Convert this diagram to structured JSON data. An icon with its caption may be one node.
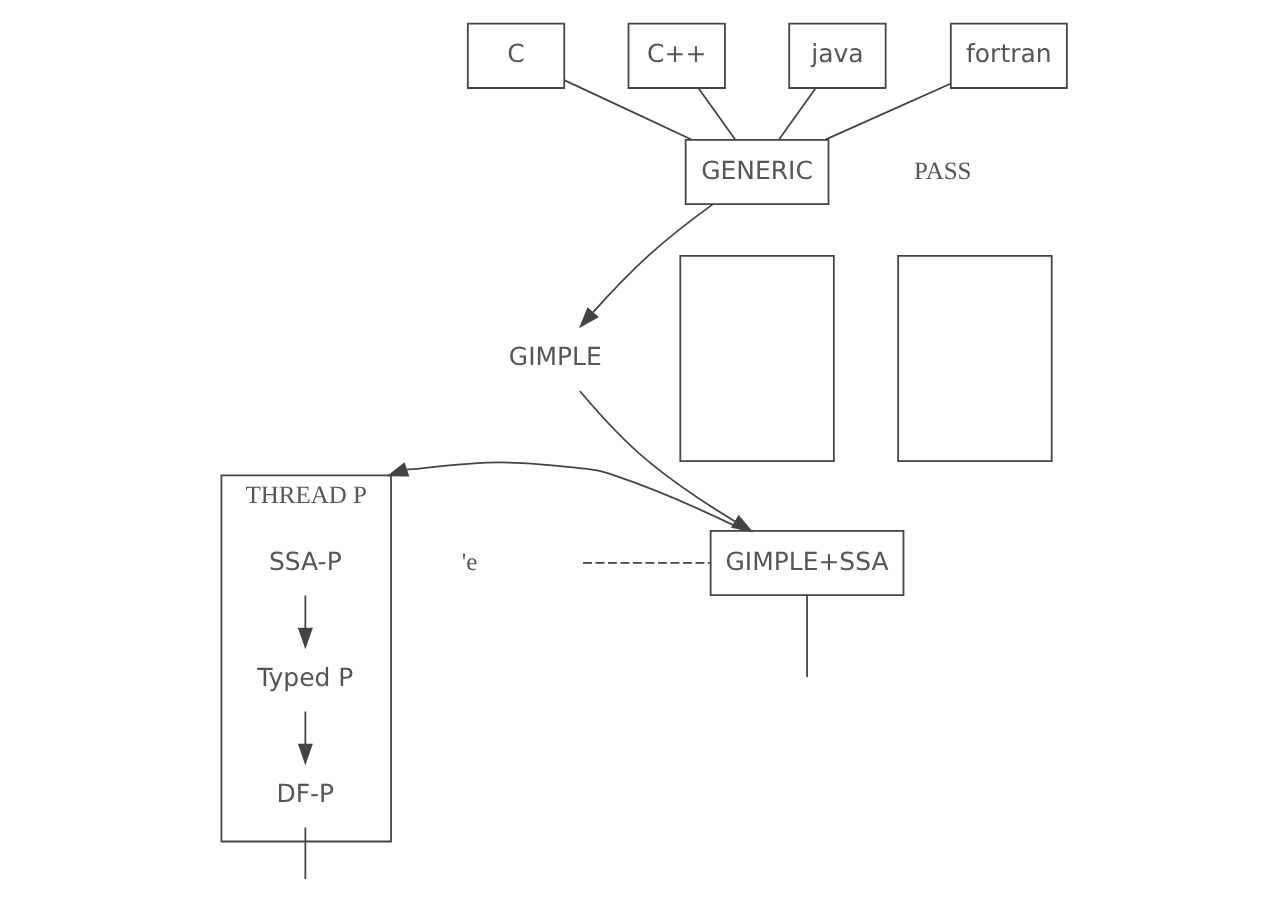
{
  "diagram": {
    "nodes": [
      {
        "text": [
          "C"
        ]
      },
      {
        "text": [
          "C++"
        ]
      },
      {
        "text": [
          "java"
        ]
      },
      {
        "text": [
          "fortran"
        ]
      },
      {
        "text": [
          "GENERIC"
        ]
      },
      {
        "text": [
          "GIMPLE"
        ]
      },
      {
        "text": [
          "GIMPLE+SSA"
        ]
      },
      {
        "text": [],
        "shape": "box"
      },
      {
        "text": [],
        "shape": "box"
      },
      {
        "text": [
          "THREAD P"
        ]
      },
      {
        "text": [
          "SSA-P"
        ],
        "in": 9
      },
      {
        "text": [
          "Typed P"
        ],
        "in": 9
      },
      {
        "text": [
          "DF-P"
        ],
        "in": 9
      }
    ],
    "edges": [
      {
        "from": 0,
        "to": 4,
        "arrow": "none"
      },
      {
        "from": 1,
        "to": 4,
        "arrow": "none"
      },
      {
        "from": 2,
        "to": 4,
        "arrow": "none"
      },
      {
        "from": 3,
        "to": 4,
        "arrow": "none"
      },
      {
        "from": 4,
        "to": 5,
        "arrow": "to"
      },
      {
        "from": 5,
        "to": 6,
        "arrow": "to"
      },
      {
        "from": null,
        "to": 6,
        "arrow": "none",
        "style": "dashed"
      },
      {
        "from": 6,
        "to": 9,
        "arrow": "to"
      },
      {
        "from": 6,
        "to": null,
        "arrow": "none"
      },
      {
        "from": 10,
        "to": 11,
        "arrow": "to"
      },
      {
        "from": 11,
        "to": 12,
        "arrow": "to"
      },
      {
        "from": 12,
        "to": null,
        "arrow": "none"
      }
    ],
    "labels": [
      "PASS",
      "'e"
    ]
  }
}
